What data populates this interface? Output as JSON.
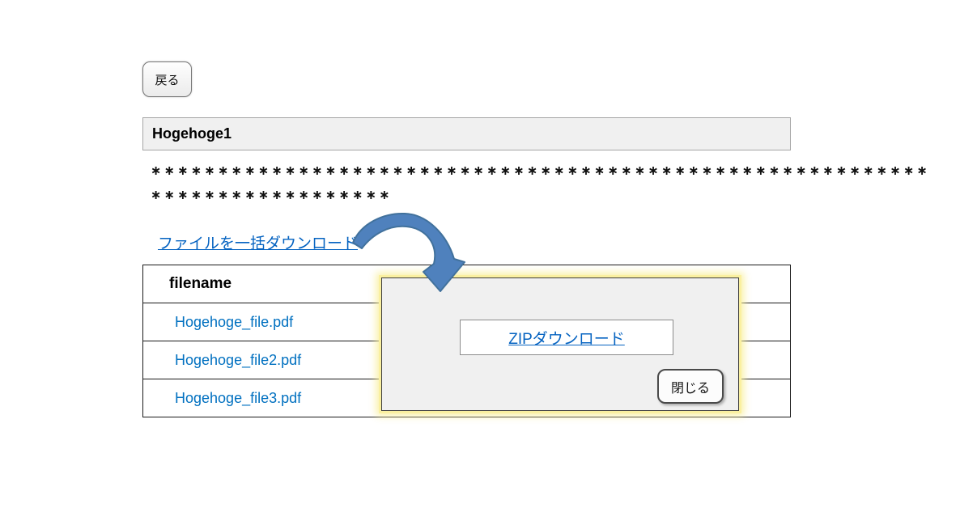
{
  "page": {
    "back_button_label": "戻る",
    "section_title": "Hogehoge1",
    "placeholder_line1": "∗∗∗∗∗∗∗∗∗∗∗∗∗∗∗∗∗∗∗∗∗∗∗∗∗∗∗∗∗∗∗∗∗∗∗∗∗∗∗∗∗∗∗∗∗∗∗∗∗∗∗∗∗∗∗∗∗∗",
    "placeholder_line2": "∗∗∗∗∗∗∗∗∗∗∗∗∗∗∗∗∗∗",
    "bulk_download_link_label": "ファイルを一括ダウンロード"
  },
  "file_table": {
    "column_header": "filename",
    "rows": [
      "Hogehoge_file.pdf",
      "Hogehoge_file2.pdf",
      "Hogehoge_file3.pdf"
    ]
  },
  "popup": {
    "zip_download_link_label": "ZIPダウンロード",
    "close_button_label": "閉じる"
  },
  "icons": {
    "curved_arrow": "curved-down-right-arrow"
  },
  "colors": {
    "hyperlink_blue": "#0563C1",
    "filename_blue": "#0070C0",
    "arrow_fill": "#4F81BD",
    "arrow_outline": "#41719C",
    "popup_glow_yellow": "#FAF0A0",
    "panel_gray": "#F0F0F0",
    "border_gray": "#A6A6A6"
  }
}
